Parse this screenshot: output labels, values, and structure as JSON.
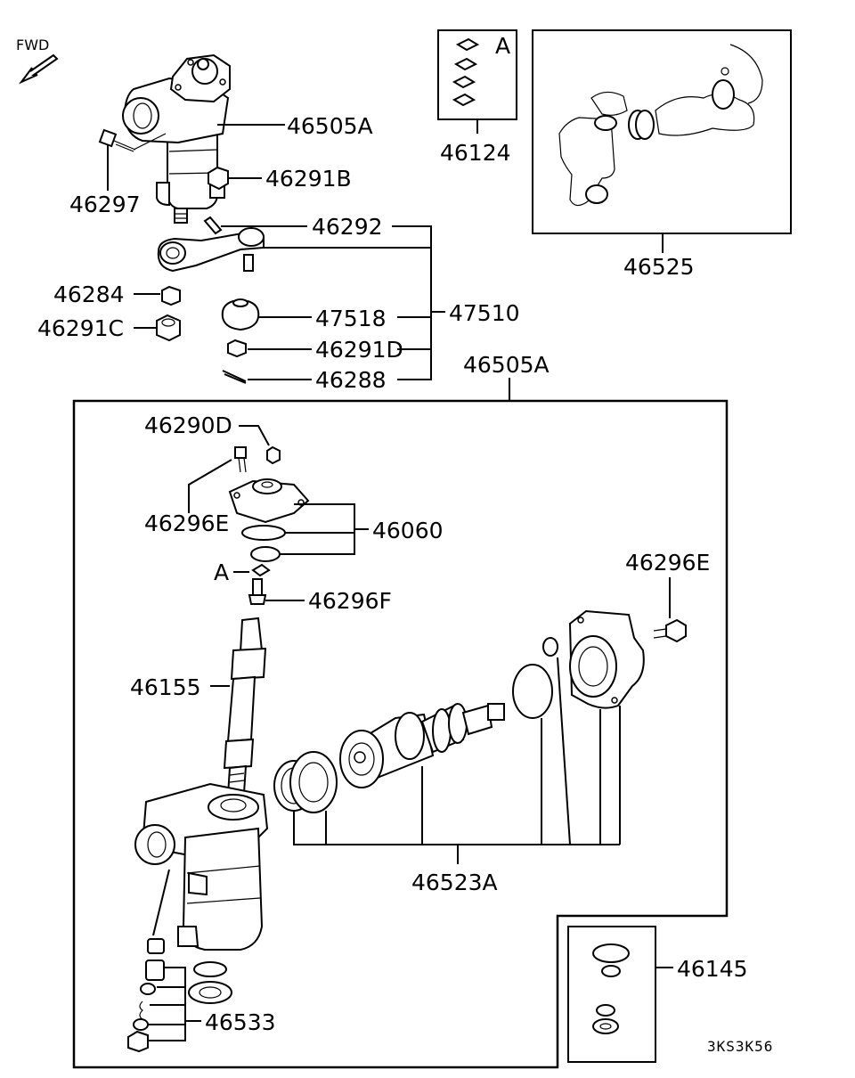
{
  "diagram": {
    "direction_label": "FWD",
    "box_a_letter": "A",
    "callout_a_letter": "A",
    "drawing_code": "3KS3K56",
    "parts": {
      "p46505A_top": "46505A",
      "p46297": "46297",
      "p46291B": "46291B",
      "p46292": "46292",
      "p46284": "46284",
      "p46291C": "46291C",
      "p47518": "47518",
      "p47510": "47510",
      "p46291D": "46291D",
      "p46288": "46288",
      "p46124": "46124",
      "p46525": "46525",
      "p46505A_box": "46505A",
      "p46290D": "46290D",
      "p46296E_left": "46296E",
      "p46060": "46060",
      "p46296F": "46296F",
      "p46296E_right": "46296E",
      "p46155": "46155",
      "p46523A": "46523A",
      "p46533": "46533",
      "p46145": "46145"
    }
  }
}
